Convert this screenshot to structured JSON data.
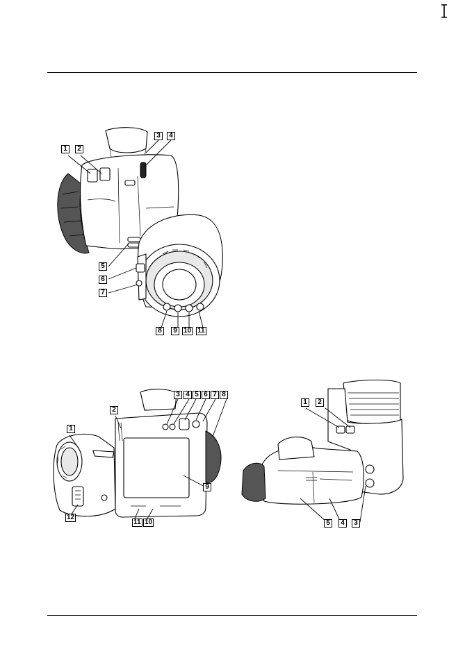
{
  "figures": {
    "front": {
      "callouts": [
        "1",
        "2",
        "3",
        "4",
        "5",
        "6",
        "7",
        "8",
        "9",
        "10",
        "11"
      ]
    },
    "rear": {
      "callouts": [
        "1",
        "2",
        "3",
        "4",
        "5",
        "6",
        "7",
        "8",
        "9",
        "10",
        "11",
        "12"
      ]
    },
    "bottom": {
      "callouts": [
        "1",
        "2",
        "3",
        "4",
        "5"
      ]
    }
  }
}
